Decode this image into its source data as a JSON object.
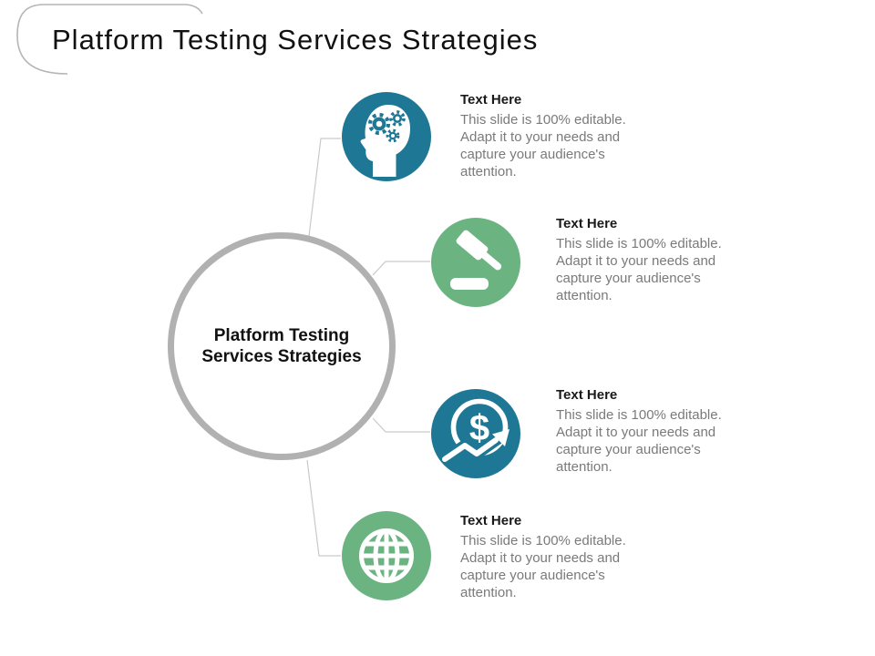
{
  "slide": {
    "title": "Platform Testing Services Strategies",
    "center_circle": {
      "line1": "Platform Testing",
      "line2": "Services Strategies"
    },
    "items": [
      {
        "heading": "Text Here",
        "body": "This slide is 100% editable. Adapt it to your needs and capture your audience's attention.",
        "icon": "head-gears-icon",
        "color_key": "teal"
      },
      {
        "heading": "Text Here",
        "body": "This slide is 100% editable. Adapt it to your needs and capture your audience's attention.",
        "icon": "gavel-icon",
        "color_key": "green"
      },
      {
        "heading": "Text Here",
        "body": "This slide is 100% editable. Adapt it to your needs and capture your audience's attention.",
        "icon": "dollar-growth-icon",
        "color_key": "teal"
      },
      {
        "heading": "Text Here",
        "body": "This slide is 100% editable. Adapt it to your needs and capture your audience's attention.",
        "icon": "globe-icon",
        "color_key": "green"
      }
    ],
    "colors": {
      "teal": "#1e7794",
      "green": "#6cb382",
      "circle-border": "#b1b1b1",
      "connector": "#c9c9c9",
      "arc": "#b5b5b5",
      "body-text": "#7a7a7a",
      "heading-text": "#1a1a1a",
      "title-text": "#111111",
      "bg": "#ffffff"
    }
  }
}
